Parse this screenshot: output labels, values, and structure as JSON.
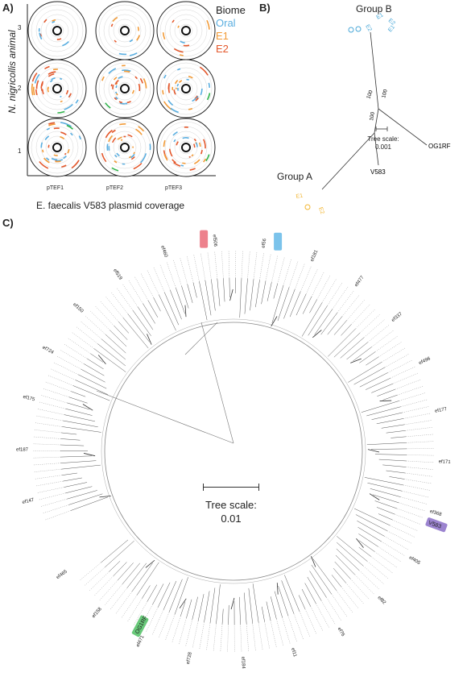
{
  "panelA": {
    "label": "A)",
    "ylabel": "N. nigricollis animal",
    "xlabel": "E. faecalis V583 plasmid coverage",
    "rows": [
      "3",
      "2",
      "1"
    ],
    "cols": [
      "pTEF1",
      "pTEF2",
      "pTEF3"
    ],
    "legend_title": "Biome",
    "legend": [
      {
        "name": "Oral",
        "color": "#5aaee0"
      },
      {
        "name": "E1",
        "color": "#f29b38"
      },
      {
        "name": "E2",
        "color": "#e4582c"
      }
    ]
  },
  "panelB": {
    "label": "B)",
    "group_a": "Group A",
    "group_b": "Group B",
    "leaves": [
      "OG1RF",
      "V583"
    ],
    "a_labels": [
      "E1",
      "E2"
    ],
    "b_labels": [
      "E2",
      "E1",
      "E2",
      "E1"
    ],
    "bootstrap": [
      "100",
      "100",
      "100"
    ],
    "scale_title": "Tree scale:",
    "scale_value": "0.001",
    "colors": {
      "group_a": "#f2b632",
      "group_b": "#4aa8d8"
    }
  },
  "panelC": {
    "label": "C)",
    "scale_title": "Tree scale:",
    "scale_value": "0.01",
    "highlights": [
      {
        "name": "V583",
        "color": "#8b6fc8"
      },
      {
        "name": "OG1RF",
        "color": "#4fbf63"
      }
    ],
    "sample_labels": [
      "ef147",
      "ef187",
      "ef175",
      "ef724",
      "ef150",
      "ef519",
      "ef460",
      "ef506",
      "ef56",
      "ef181",
      "ef477",
      "ef337",
      "ef496",
      "ef177",
      "ef171",
      "ef368",
      "ef405",
      "ef82",
      "ef76",
      "ef11",
      "ef184",
      "ef728",
      "ef471",
      "ef158",
      "ef465"
    ]
  }
}
